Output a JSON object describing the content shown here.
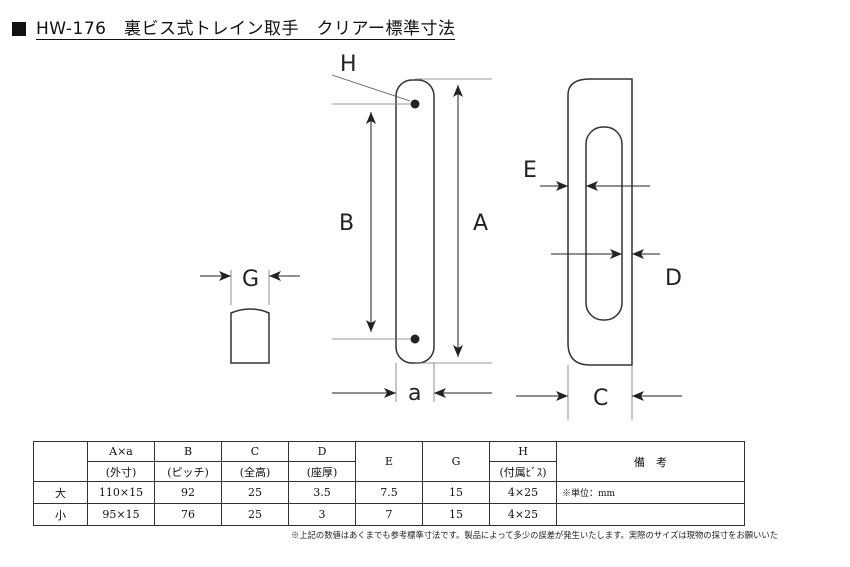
{
  "title": "HW-176　裏ビス式トレイン取手　クリアー標準寸法",
  "labels": {
    "H": "H",
    "B": "B",
    "A": "A",
    "E": "E",
    "D": "D",
    "G": "G",
    "a": "a",
    "C": "C"
  },
  "table": {
    "head": [
      [
        "A×a",
        "(外寸)"
      ],
      [
        "B",
        "(ピッチ)"
      ],
      [
        "C",
        "(全高)"
      ],
      [
        "D",
        "(座厚)"
      ],
      [
        "E",
        ""
      ],
      [
        "G",
        ""
      ],
      [
        "H",
        "(付属ﾋﾞｽ)"
      ]
    ],
    "remarks_header": "備　考",
    "rows": [
      {
        "label": "大",
        "values": [
          "110×15",
          "92",
          "25",
          "3.5",
          "7.5",
          "15",
          "4×25"
        ],
        "note": "※単位：mm"
      },
      {
        "label": "小",
        "values": [
          "95×15",
          "76",
          "25",
          "3",
          "7",
          "15",
          "4×25"
        ],
        "note": ""
      }
    ]
  },
  "footer": "※上記の数値はあくまでも参考標準寸法です。製品によって多少の誤差が発生いたします。実際のサイズは現物の採寸をお願いいた"
}
